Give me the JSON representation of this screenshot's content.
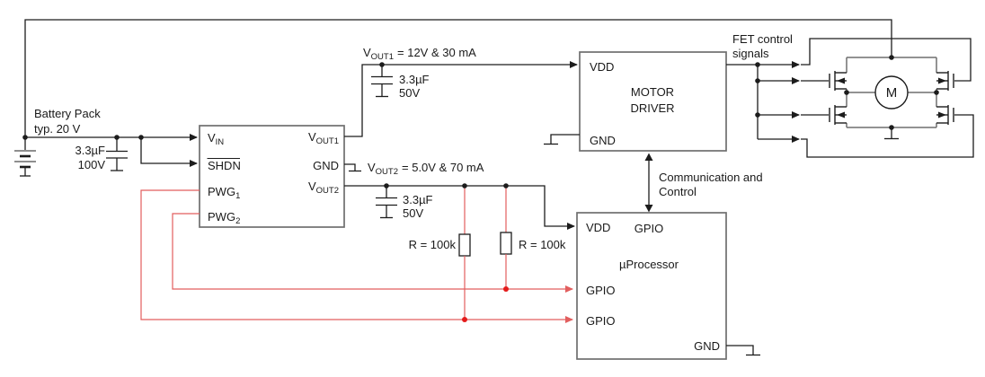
{
  "figure": {
    "colors": {
      "wire": "#1c1c1c",
      "text": "#1a1a1a",
      "block": "#6f6f6f",
      "hbridge": "#6f6f6f",
      "red_wire": "#e25e5e",
      "red_dot": "#e41b1b"
    },
    "battery": {
      "label1": "Battery Pack",
      "label2": "typ. 20 V"
    },
    "caps": {
      "input": {
        "value": "3.3µF",
        "rating": "100V"
      },
      "out1": {
        "value": "3.3µF",
        "rating": "50V"
      },
      "out2": {
        "value": "3.3µF",
        "rating": "50V"
      }
    },
    "regulator": {
      "pins": {
        "vin_p": "V",
        "vin_s": "IN",
        "shdn": "SHDN",
        "pwg1_p": "PWG",
        "pwg1_s": "1",
        "pwg2_p": "PWG",
        "pwg2_s": "2",
        "vout1_p": "V",
        "vout1_s": "OUT1",
        "gnd": "GND",
        "vout2_p": "V",
        "vout2_s": "OUT2"
      }
    },
    "nets": {
      "vout1": {
        "p": "V",
        "s": "OUT1",
        "rest": "= 12V & 30 mA"
      },
      "vout2": {
        "p": "V",
        "s": "OUT2",
        "rest": "= 5.0V & 70 mA"
      }
    },
    "resistors": {
      "left": "R = 100k",
      "right": "R = 100k"
    },
    "motor_driver": {
      "line1": "MOTOR",
      "line2": "DRIVER",
      "vdd": "VDD",
      "gnd": "GND"
    },
    "comm": {
      "line1": "Communication and",
      "line2": "Control"
    },
    "fet": {
      "line1": "FET control",
      "line2": "signals"
    },
    "uproc": {
      "title": "µProcessor",
      "vdd": "VDD",
      "gpio_top": "GPIO",
      "gpio_mid": "GPIO",
      "gpio_bot": "GPIO",
      "gnd": "GND"
    },
    "motor": {
      "label": "M"
    }
  }
}
